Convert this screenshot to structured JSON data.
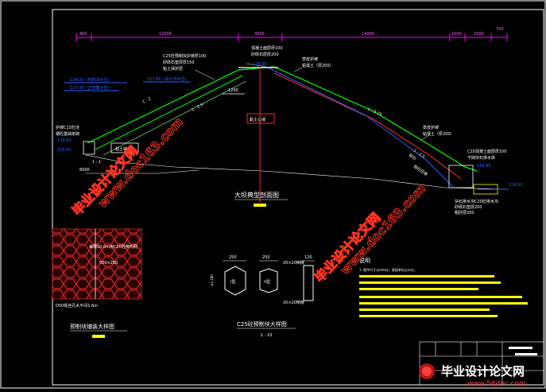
{
  "dims_top": [
    "400",
    "12000",
    "3000",
    "14000",
    "1000",
    "1500",
    "750"
  ],
  "labels": {
    "c25_slab": "C25砼预制块护坡厚100",
    "sand_layer": "砂砾石垫层厚150",
    "soil_layer": "粘土保护层",
    "crest_line1": "混凝土面层厚100",
    "crest_line2": "砂砾石层厚200",
    "crest_elev": "128.30",
    "grass_a1": "草皮护坡",
    "grass_a2": "粘壤土（厚200）",
    "grass_b1": "草皮护坡",
    "grass_b2": "粘壤土（厚200）",
    "flood_level": "128.20（校核洪水位）",
    "normal_level": "127.30（正常蓄水位）",
    "design_level": "127.80（设计洪水位）",
    "berm_width": "1200",
    "core": "黏土心墙",
    "slope_1": "1 : 2",
    "slope_2": "1 : 2.5",
    "slope_3": "1 : 2.75",
    "slope_4": "1 : 2.5",
    "slope_5": "1 : 1",
    "toe_up1": "护坡C15砼浇",
    "toe_up2": "钢砼基础浆砌",
    "toe_up_elev1": "120.00",
    "toe_up_elev2": "119.50",
    "clay_block": "粘土铺盖",
    "base_width": "6000",
    "toe_down1": "C20混凝土面层厚100",
    "toe_down2": "干砌块石排水体",
    "toe_down_elev": "118.80",
    "tailwater_elev": "118.00",
    "drain1": "块石排水沟C20砼排水沟",
    "drain2": "砂砾石垫层200",
    "drain3": "粗砂层200",
    "berm_mid1": "抛石压坡",
    "berm_mid2": "碎石",
    "section_title": "大坝典型剖面图",
    "hex_note1": "每隔10.0m用C20砼带构网",
    "hex_note2": "500×250",
    "hex_note3": "D50铁丝孔水平间1.6m",
    "hex_title": "预制块铺装大样图",
    "block_dim1": "250",
    "block_dim2": "250",
    "block_dim3": "120",
    "block_side": "≥1.180",
    "type_1": "I型",
    "type_2": "II型",
    "chamfer1": "20×20倒棱",
    "chamfer2": "20×20倒棱",
    "block_title": "C25砼预制块大样图",
    "block_scale": "1 : 10",
    "notes_title": "说明",
    "notes_line1": "1. 图中尺寸以mm计，高程单位以m计。",
    "wm_cn1": "毕业设计论文网",
    "wm_url1": "www.doc163.com",
    "wm_cn2": "毕业设计论文网",
    "wm_url2": "www.doc163.com",
    "logo_text": "毕业设计论文网",
    "logo_url": "www.56doc.com"
  },
  "colors": {
    "background": "#000000",
    "dimension": "#ff00ff",
    "text": "#ffffff",
    "slope_line": "#00ff00",
    "core_red": "#ff2020",
    "water_blue": "#3060ff",
    "callout_yellow": "#ffff00",
    "hex_fill": "#b82020",
    "cyan": "#00ffff",
    "watermark": "#ff3322"
  }
}
